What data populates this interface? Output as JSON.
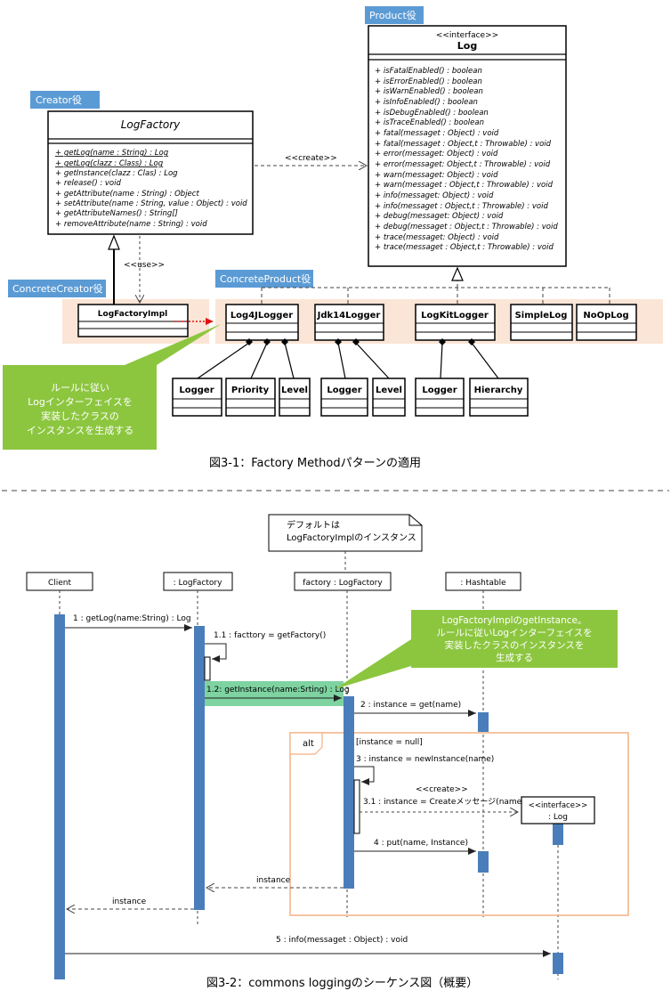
{
  "fig1": {
    "creator_role": "Creator役",
    "product_role": "Product役",
    "concrete_creator_role": "ConcreteCreator役",
    "concrete_product_role": "ConcreteProduct役",
    "log_factory": {
      "name": "LogFactory",
      "methods": [
        "+ getLog(name : String) : Log",
        "+ getLog(clazz : Class) : Log",
        "+ getInstance(clazz : Clas) : Log",
        "+ release() : void",
        "+ getAttribute(name : String) : Object",
        "+ setAttribute(name : String, value : Object) : void",
        "+ getAttributeNames() : String[]",
        "+ removeAttribute(name : String) : void"
      ]
    },
    "log": {
      "stereotype": "<<interface>>",
      "name": "Log",
      "methods": [
        "+ isFatalEnabled() : boolean",
        "+ isErrorEnabled() : boolean",
        "+ isWarnEnabled() : boolean",
        "+ isInfoEnabled() : boolean",
        "+ isDebugEnabled() : boolean",
        "+ isTraceEnabled() : boolean",
        "+ fatal(messaget : Object) : void",
        "+ fatal(messaget : Object,t : Throwable) : void",
        "+ error(messaget: Object) : void",
        "+ error(messaget: Object,t : Throwable) : void",
        "+ warn(messaget: Object) : void",
        "+ warn(messaget : Object,t : Throwable) : void",
        "+ info(messaget: Object) : void",
        "+ info(messaget : Object,t : Throwable) : void",
        "+ debug(messaget: Object) : void",
        "+ debug(messaget : Object,t : Throwable) : void",
        "+ trace(messaget: Object) : void",
        "+ trace(messaget : Object,t : Throwable) : void"
      ]
    },
    "create_label": "<<create>>",
    "use_label": "<<use>>",
    "log_factory_impl": "LogFactoryImpl",
    "products": [
      "Log4JLogger",
      "Jdk14Logger",
      "LogKitLogger",
      "SimpleLog",
      "NoOpLog"
    ],
    "parts": [
      "Logger",
      "Priority",
      "Level",
      "Logger",
      "Level",
      "Logger",
      "Hierarchy"
    ],
    "note_lines": [
      "ルールに従い",
      "Logインターフェイスを",
      "実装したクラスの",
      "インスタンスを生成する"
    ],
    "caption": "図3-1：Factory Methodパターンの適用"
  },
  "fig2": {
    "note_lines": [
      "デフォルトは",
      "LogFactoryImplのインスタンス"
    ],
    "lifelines": [
      "Client",
      ": LogFactory",
      "factory : LogFactory",
      ": Hashtable"
    ],
    "messages": {
      "m1": "1 : getLog(name:String) : Log",
      "m11": "1.1 : facttory = getFactory()",
      "m12": "1.2: getInstance(name:Srting) : Log",
      "m2": "2 : instance = get(name)",
      "m3": "3 : instance = newInstance(name)",
      "create": "<<create>>",
      "m31": "3.1 : instance = Createメッセージ(name)",
      "m4": "4 : put(name, Instance)",
      "ret1": "instance",
      "ret2": "instance",
      "m5": "5 : info(messaget : Object) : void"
    },
    "alt_label": "alt",
    "guard": "[instance = null]",
    "log_interface": {
      "stereotype": "<<interface>>",
      "name": ": Log"
    },
    "note_green_lines": [
      "LogFactoryImplのgetInstance。",
      "ルールに従いLogインターフェイスを",
      "実装したクラスのインスタンスを",
      "生成する"
    ],
    "caption": "図3-2：commons loggingのシーケンス図（概要）"
  }
}
